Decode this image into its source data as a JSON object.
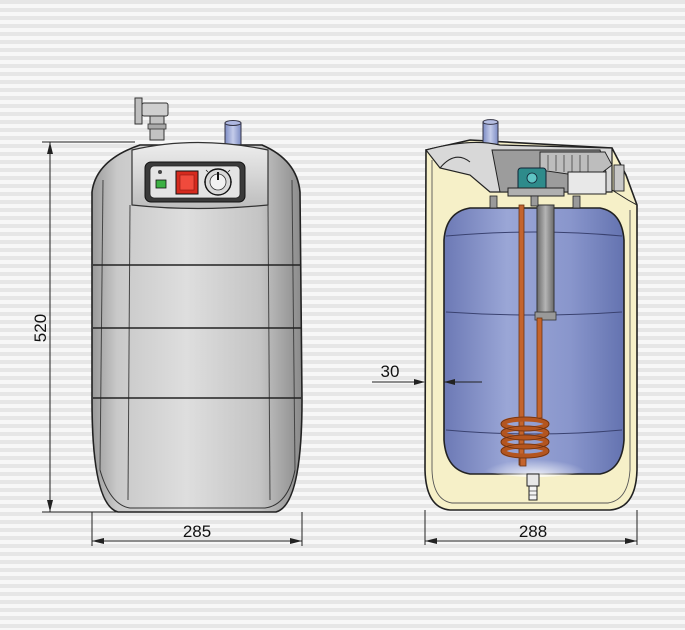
{
  "dimensions": {
    "height": "520",
    "width_left": "285",
    "width_right": "288",
    "insulation": "30"
  },
  "colors": {
    "background": "#ececec",
    "casing_light": "#d2d2d2",
    "casing_dark": "#8e8e8e",
    "tank_blue": "#7f8ec6",
    "insulation_cream": "#f6f0c8",
    "copper": "#c4642d",
    "switch_red": "#d62a1e",
    "indicator_green": "#3cb043"
  }
}
